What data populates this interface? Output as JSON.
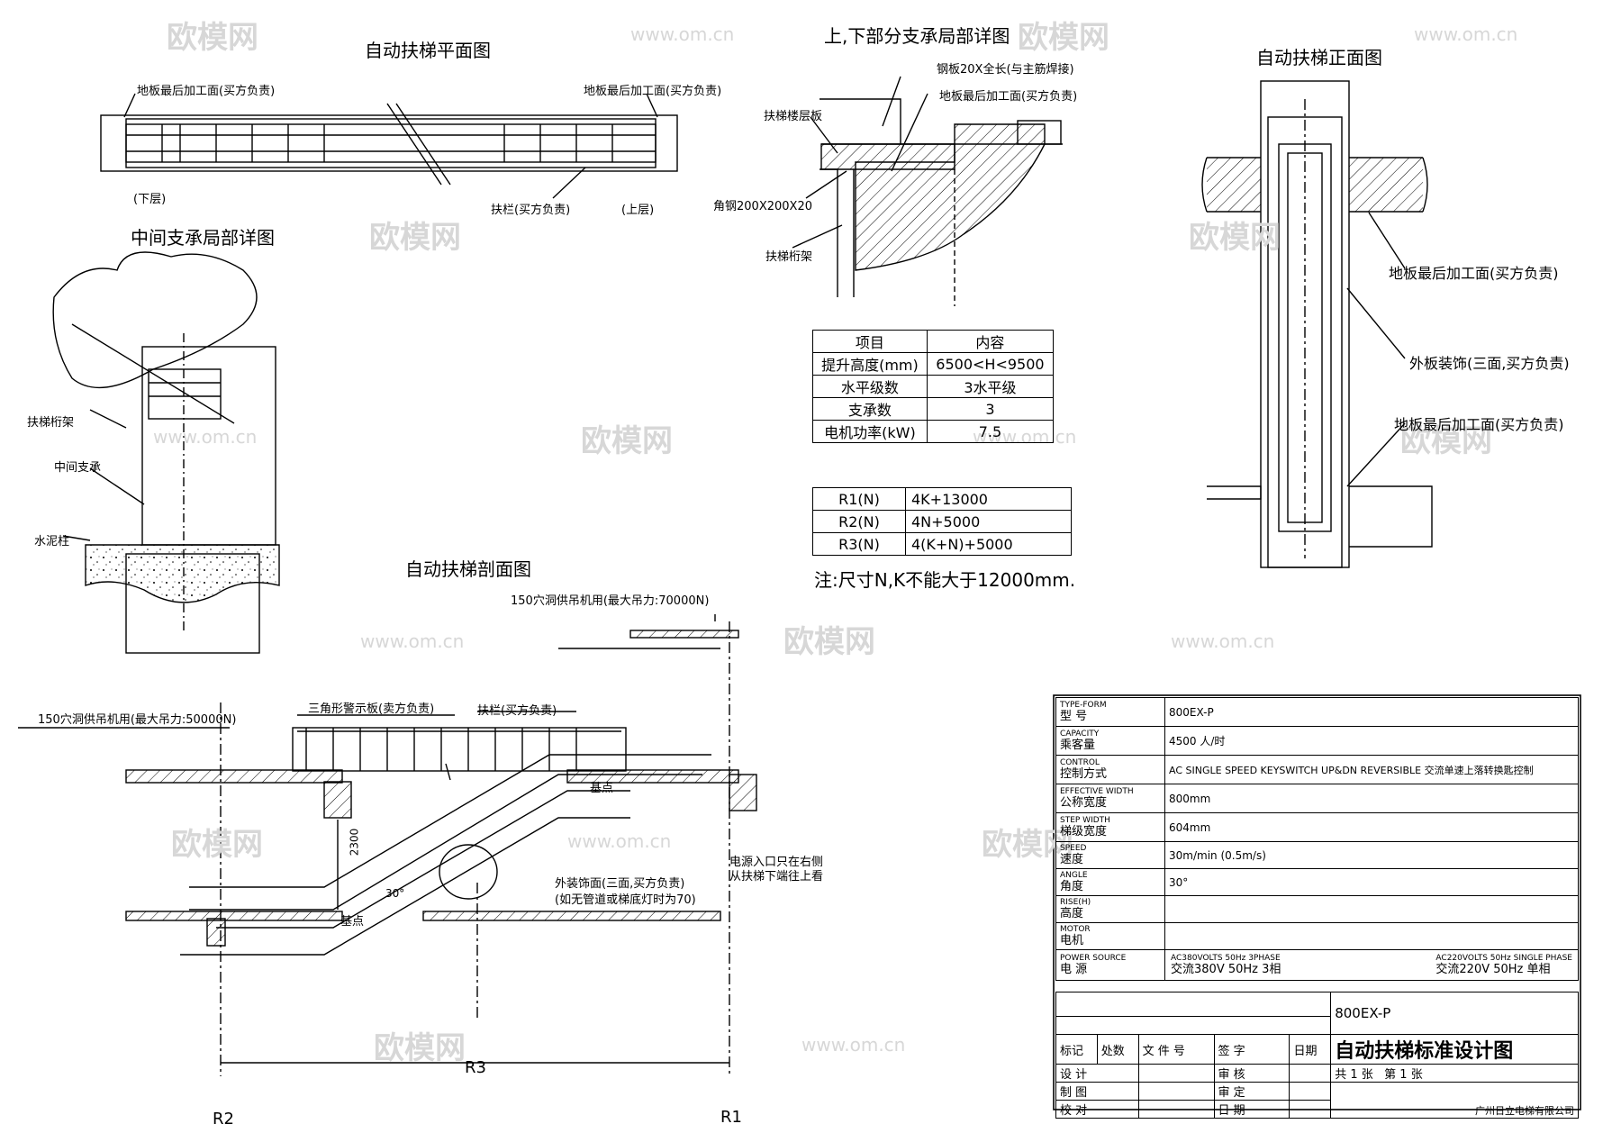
{
  "titles": {
    "plan": "自动扶梯平面图",
    "support_detail": "上,下部分支承局部详图",
    "front": "自动扶梯正面图",
    "middle_support": "中间支承局部详图",
    "section": "自动扶梯剖面图"
  },
  "plan_labels": {
    "floor_left": "地板最后加工面(买方负责)",
    "floor_right": "地板最后加工面(买方负责)",
    "lower": "(下层)",
    "upper": "(上层)",
    "handrail": "扶栏(买方负责)"
  },
  "support_labels": {
    "steel_plate": "钢板20X全长(与主筋焊接)",
    "floor_finish": "地板最后加工面(买方负责)",
    "landing_plate": "扶梯楼层板",
    "angle_steel": "角钢200X200X20",
    "truss": "扶梯桁架"
  },
  "front_labels": {
    "floor_finish_1": "地板最后加工面(买方负责)",
    "outer_panel": "外板装饰(三面,买方负责)",
    "floor_finish_2": "地板最后加工面(买方负责)"
  },
  "middle_labels": {
    "truss": "扶梯桁架",
    "middle_support": "中间支承",
    "concrete_column": "水泥柱"
  },
  "spec_table": {
    "header": [
      "项目",
      "内容"
    ],
    "rows": [
      [
        "提升高度(mm)",
        "6500<H<9500"
      ],
      [
        "水平级数",
        "3水平级"
      ],
      [
        "支承数",
        "3"
      ],
      [
        "电机功率(kW)",
        "7.5"
      ]
    ]
  },
  "reaction_table": {
    "rows": [
      [
        "R1(N)",
        "4K+13000"
      ],
      [
        "R2(N)",
        "4N+5000"
      ],
      [
        "R3(N)",
        "4(K+N)+5000"
      ]
    ]
  },
  "note": "注:尺寸N,K不能大于12000mm.",
  "section_labels": {
    "hoist_upper": "150穴洞供吊机用(最大吊力:70000N)",
    "hoist_lower": "150穴洞供吊机用(最大吊力:50000N)",
    "warning_plate": "三角形警示板(卖方负责)",
    "handrail": "扶栏(买方负责)",
    "base_point_top": "基点",
    "base_point_bottom": "基点",
    "power_note_1": "电源入口只在右侧",
    "power_note_2": "从扶梯下端往上看",
    "cladding_1": "外装饰面(三面,买方负责)",
    "cladding_2": "(如无管道或梯底灯时为70)",
    "dim_2300": "2300",
    "angle": "30°",
    "r1": "R1",
    "r2": "R2",
    "r3": "R3"
  },
  "title_block": {
    "rows": [
      {
        "en": "TYPE-FORM",
        "cn": "型  号",
        "value": "800EX-P"
      },
      {
        "en": "CAPACITY",
        "cn": "乘客量",
        "value": "4500 人/时"
      },
      {
        "en": "CONTROL",
        "cn": "控制方式",
        "value": "AC SINGLE SPEED KEYSWITCH UP&DN REVERSIBLE  交流单速上落转换匙控制"
      },
      {
        "en": "EFFECTIVE WIDTH",
        "cn": "公称宽度",
        "value": "800mm"
      },
      {
        "en": "STEP WIDTH",
        "cn": "梯级宽度",
        "value": "604mm"
      },
      {
        "en": "SPEED",
        "cn": "速度",
        "value": "30m/min    (0.5m/s)"
      },
      {
        "en": "ANGLE",
        "cn": "角度",
        "value": "30°"
      },
      {
        "en": "RISE(H)",
        "cn": "高度",
        "value": ""
      },
      {
        "en": "MOTOR",
        "cn": "电机",
        "value": ""
      }
    ],
    "power": {
      "en": "POWER SOURCE",
      "cn": "电  源",
      "left_en": "AC380VOLTS 50Hz 3PHASE",
      "left_cn": "交流380V 50Hz 3相",
      "right_en": "AC220VOLTS 50Hz SINGLE PHASE",
      "right_cn": "交流220V 50Hz 单相"
    },
    "model": "800EX-P",
    "drawing_name": "自动扶梯标准设计图",
    "rev_headers": [
      "标记",
      "处数",
      "文 件 号",
      "签  字",
      "日期"
    ],
    "sign_rows": [
      [
        "设  计",
        "审  核"
      ],
      [
        "制  图",
        "审  定"
      ],
      [
        "校  对",
        "日  期"
      ]
    ],
    "sheet": "共 1 张",
    "page": "第 1 张",
    "company": "广州日立电梯有限公司"
  },
  "watermarks": {
    "brand": "欧模网",
    "url": "www.om.cn"
  }
}
